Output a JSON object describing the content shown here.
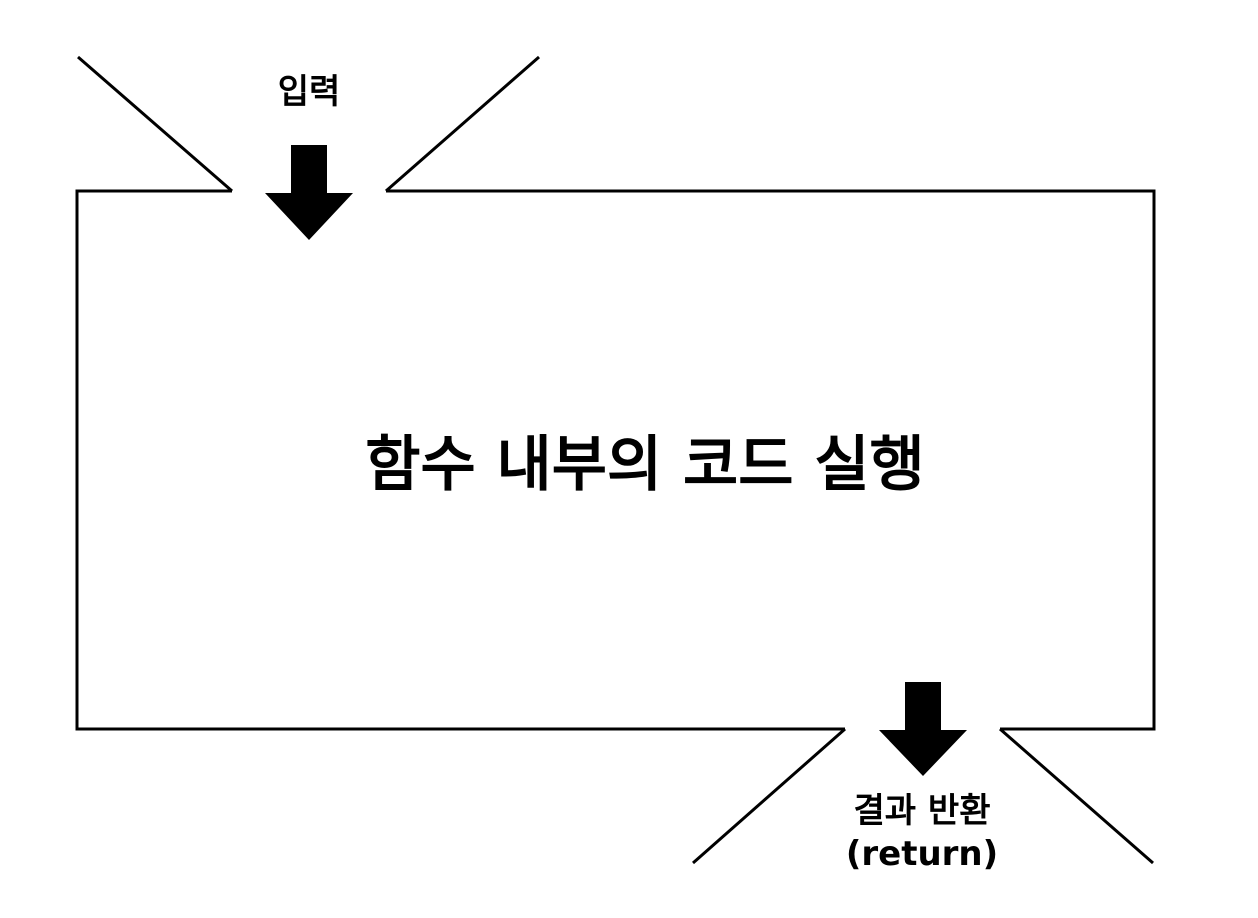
{
  "input_label": "입력",
  "center_label": "함수 내부의 코드 실행",
  "output_label_line1": "결과 반환",
  "output_label_line2": "(return)",
  "colors": {
    "stroke": "#000000",
    "background": "#ffffff"
  }
}
